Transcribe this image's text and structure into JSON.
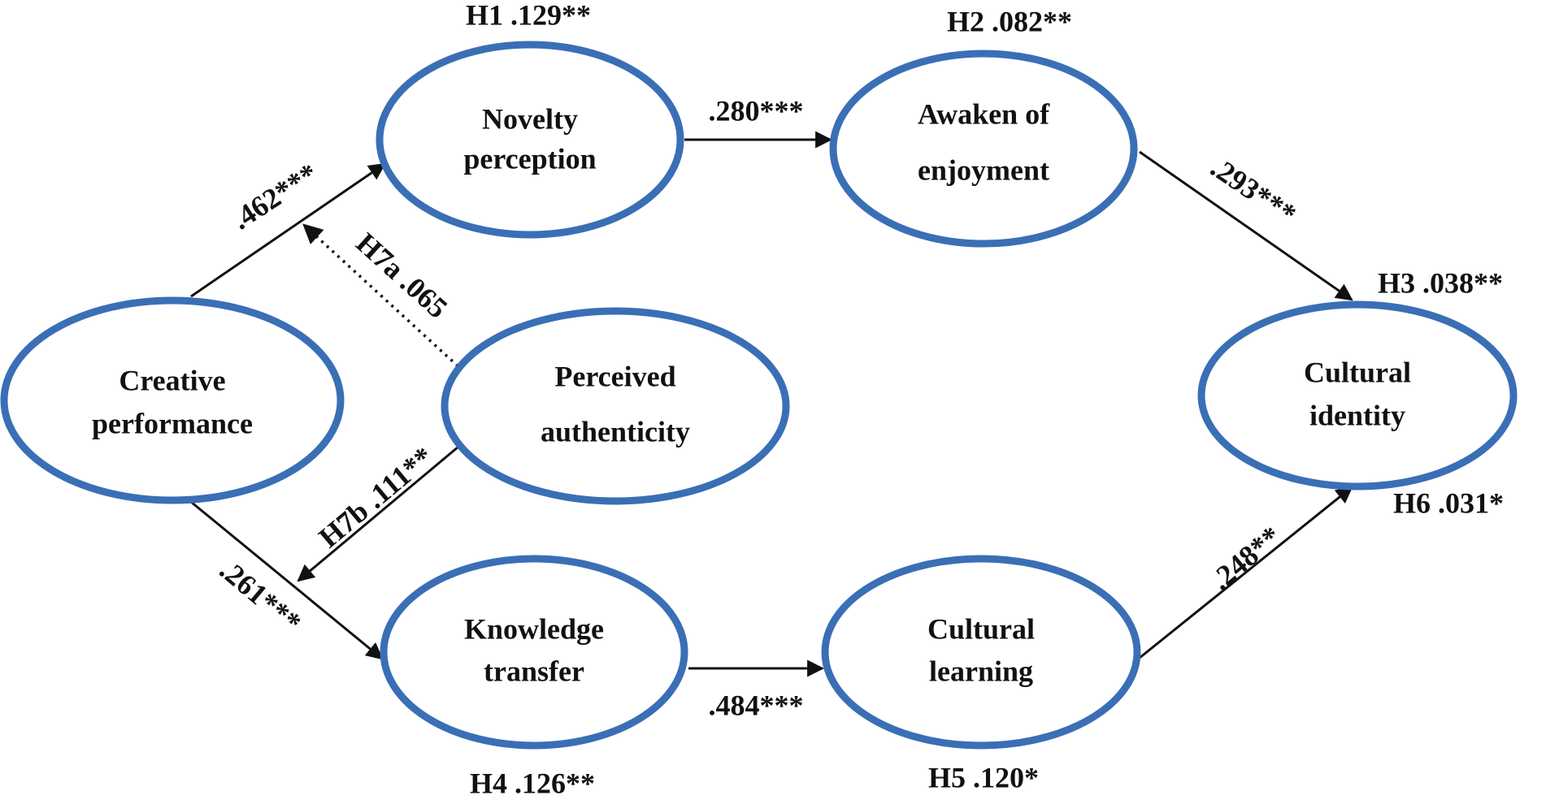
{
  "nodes": {
    "creative": {
      "line1": "Creative",
      "line2": "performance"
    },
    "novelty": {
      "line1": "Novelty",
      "line2": "perception"
    },
    "awaken": {
      "line1": "Awaken of",
      "line2": "enjoyment"
    },
    "perceived": {
      "line1": "Perceived",
      "line2": "authenticity"
    },
    "cultural_identity": {
      "line1": "Cultural",
      "line2": "identity"
    },
    "knowledge": {
      "line1": "Knowledge",
      "line2": "transfer"
    },
    "cultural_learning": {
      "line1": "Cultural",
      "line2": "learning"
    }
  },
  "paths": {
    "creative_novelty": ".462***",
    "novelty_awaken": ".280***",
    "awaken_identity": ".293***",
    "creative_knowledge": ".261***",
    "knowledge_learning": ".484***",
    "learning_identity": ".248**",
    "moderation_a": "H7a .065",
    "moderation_b": "H7b .111**"
  },
  "hypotheses": {
    "h1": "H1 .129**",
    "h2": "H2 .082**",
    "h3": "H3 .038**",
    "h4": "H4 .126**",
    "h5": "H5 .120*",
    "h6": "H6 .031*"
  }
}
